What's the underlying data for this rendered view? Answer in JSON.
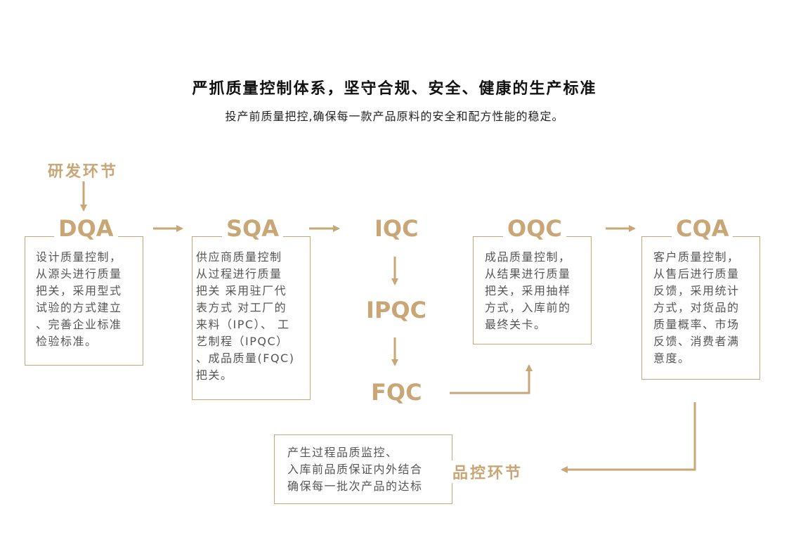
{
  "header": {
    "title": "严抓质量控制体系，坚守合规、安全、健康的生产标准",
    "subtitle": "投产前质量把控,确保每一款产品原料的安全和配方性能的稳定。"
  },
  "phases": {
    "rd": "研发环节",
    "qc": "品控环节"
  },
  "nodes": {
    "dqa": {
      "code": "DQA",
      "lines": [
        "设计质量控制，",
        "从源头进行质量",
        "把关，采用型式",
        "试验的方式建立",
        "、完善企业标准",
        "检验标准。"
      ]
    },
    "sqa": {
      "code": "SQA",
      "lines": [
        "供应商质量控制",
        "从过程进行质量",
        "把关 采用驻厂代",
        "表方式 对工厂的",
        "来料（IPC）、 工",
        "艺制程（IPQC）",
        "、成品质量(FQC)",
        "把关。"
      ]
    },
    "iqc": {
      "code": "IQC"
    },
    "ipqc": {
      "code": "IPQC"
    },
    "fqc": {
      "code": "FQC"
    },
    "oqc": {
      "code": "OQC",
      "lines": [
        "成品质量控制，",
        "从结果进行质量",
        "把关，采用抽样",
        "方式，入库前的",
        "最终关卡。"
      ]
    },
    "cqa": {
      "code": "CQA",
      "lines": [
        "客户质量控制，",
        "从售后进行质量",
        "反馈，采用统计",
        "方式，对货品的",
        "质量概率、市场",
        "反馈、消费者满",
        "意度。"
      ]
    },
    "qc_note": {
      "lines": [
        "产生过程品质监控、",
        "入库前品质保证内外结合",
        "确保每一批次产品的达标"
      ]
    }
  },
  "colors": {
    "accent": "#C9A676",
    "text": "#555555",
    "title": "#111111"
  }
}
